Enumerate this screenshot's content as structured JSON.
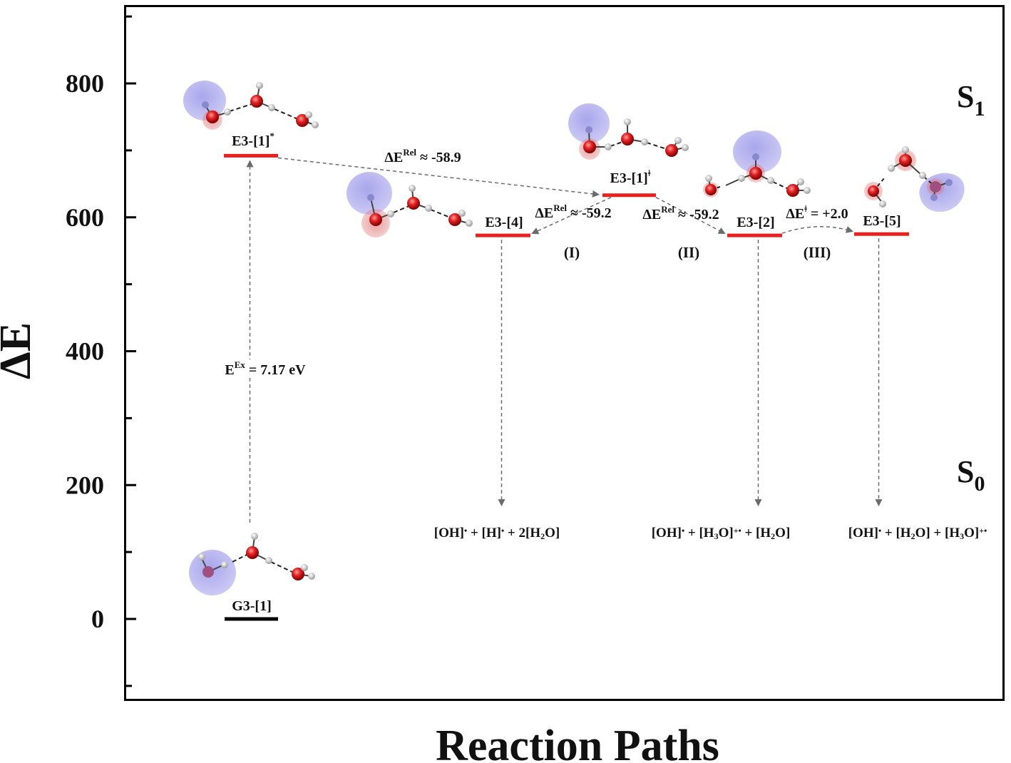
{
  "chart_data": {
    "type": "energy-level-diagram",
    "ylabel": "ΔE",
    "xlabel": "Reaction Paths",
    "ylim": [
      -110,
      910
    ],
    "yticks": [
      0,
      200,
      400,
      600,
      800
    ],
    "state_labels": {
      "s1": {
        "base": "S",
        "sub": "1"
      },
      "s0": {
        "base": "S",
        "sub": "0"
      }
    },
    "levels": [
      {
        "id": "g3_1",
        "label": "G3-[1]",
        "sup": "",
        "energy": 0,
        "color": "#000000"
      },
      {
        "id": "e3_1star",
        "label": "E3-[1]",
        "sup": "*",
        "energy": 692,
        "color": "#e8201e"
      },
      {
        "id": "e3_1ts",
        "label": "E3-[1]",
        "sup": "ǂ",
        "energy": 633,
        "color": "#e8201e"
      },
      {
        "id": "e3_4",
        "label": "E3-[4]",
        "sup": "",
        "energy": 573,
        "color": "#e8201e"
      },
      {
        "id": "e3_2",
        "label": "E3-[2]",
        "sup": "",
        "energy": 573,
        "color": "#e8201e"
      },
      {
        "id": "e3_5",
        "label": "E3-[5]",
        "sup": "",
        "energy": 575,
        "color": "#e8201e"
      }
    ],
    "transitions": [
      {
        "id": "excitation",
        "from": "g3_1",
        "to": "e3_1star",
        "label_pre": "E",
        "label_sup": "Ex",
        "label_post": " = 7.17 eV"
      },
      {
        "id": "relax",
        "from": "e3_1star",
        "to": "e3_1ts",
        "label_pre": "ΔE",
        "label_sup": "Rel",
        "label_post": " ≈ -58.9"
      },
      {
        "id": "path_i",
        "from": "e3_1ts",
        "to": "e3_4",
        "label_pre": "ΔE",
        "label_sup": "Rel",
        "label_post": " ≈ -59.2",
        "path_label": "(I)"
      },
      {
        "id": "path_ii",
        "from": "e3_1ts",
        "to": "e3_2",
        "label_pre": "ΔE",
        "label_sup": "Rel",
        "label_post": " ≈ -59.2",
        "path_label": "(II)"
      },
      {
        "id": "path_iii",
        "from": "e3_2",
        "to": "e3_5",
        "label_pre": "ΔE",
        "label_sup": "ǂ",
        "label_post": " = +2.0",
        "path_label": "(III)"
      }
    ],
    "products": [
      {
        "id": "prod_4",
        "from": "e3_4",
        "energy": 165,
        "parts": [
          [
            "[OH]",
            ""
          ],
          [
            "•",
            "sup"
          ],
          [
            " + [H]",
            ""
          ],
          [
            "•",
            "sup"
          ],
          [
            " + 2[H",
            ""
          ],
          [
            "2",
            "sub"
          ],
          [
            "O]",
            ""
          ]
        ]
      },
      {
        "id": "prod_2",
        "from": "e3_2",
        "energy": 165,
        "parts": [
          [
            "[OH]",
            ""
          ],
          [
            "•",
            "sup"
          ],
          [
            " + [H",
            ""
          ],
          [
            "3",
            "sub"
          ],
          [
            "O]",
            ""
          ],
          [
            "+•",
            "sup"
          ],
          [
            " + [H",
            ""
          ],
          [
            "2",
            "sub"
          ],
          [
            "O]",
            ""
          ]
        ]
      },
      {
        "id": "prod_5",
        "from": "e3_5",
        "energy": 165,
        "parts": [
          [
            "[OH]",
            ""
          ],
          [
            "•",
            "sup"
          ],
          [
            " + [H",
            ""
          ],
          [
            "2",
            "sub"
          ],
          [
            "O] + [H",
            ""
          ],
          [
            "3",
            "sub"
          ],
          [
            "O]",
            ""
          ],
          [
            "+•",
            "sup"
          ]
        ]
      }
    ]
  }
}
